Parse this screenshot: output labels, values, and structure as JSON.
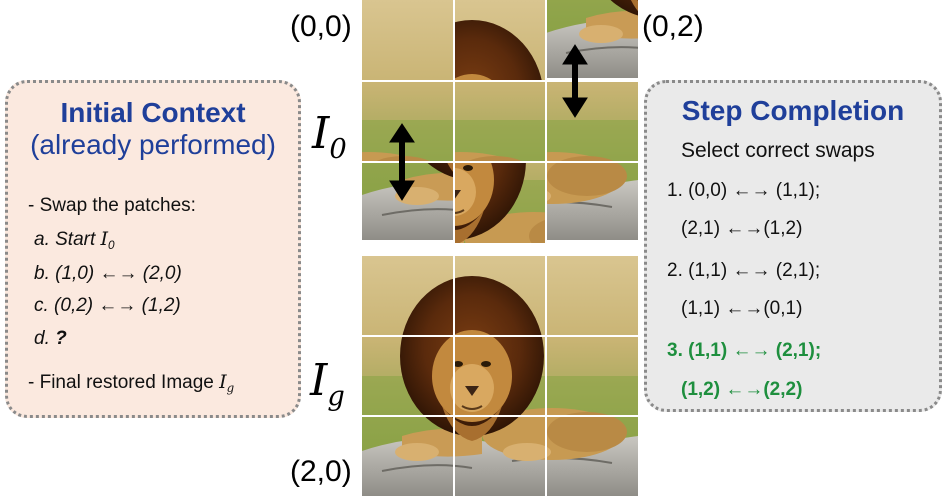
{
  "left_panel": {
    "title_line1": "Initial Context",
    "title_line2": "(already performed)",
    "intro": "- Swap the patches:",
    "steps": {
      "a": "a. Start ",
      "a_symbol": "I",
      "a_sub": "0",
      "b": "b. (1,0) ←→ (2,0)",
      "c": "c. (0,2) ←→ (1,2)",
      "d_prefix": "d. ",
      "d_mark": "?"
    },
    "final_label": "- Final restored Image ",
    "final_symbol": "I",
    "final_sub": "g"
  },
  "right_panel": {
    "title": "Step Completion",
    "subtitle": "Select correct swaps",
    "options": [
      {
        "line1": "1. (0,0) ←→ (1,1);",
        "line2": "(2,1) ←→(1,2)",
        "correct": false
      },
      {
        "line1": "2. (1,1) ←→ (2,1);",
        "line2": "(1,1) ←→(0,1)",
        "correct": false
      },
      {
        "line1": "3. (1,1) ←→ (2,1);",
        "line2": "(1,2) ←→(2,2)",
        "correct": true
      }
    ]
  },
  "labels": {
    "coord_00": "(0,0)",
    "coord_02": "(0,2)",
    "coord_20": "(2,0)",
    "scrambled_symbol": "I",
    "scrambled_sub": "0",
    "goal_symbol": "I",
    "goal_sub": "g"
  },
  "colors": {
    "title_blue": "#1f3f9a",
    "correct_green": "#1e8f3e",
    "left_panel_bg": "#fbe9df",
    "right_panel_bg": "#eaeaea"
  }
}
